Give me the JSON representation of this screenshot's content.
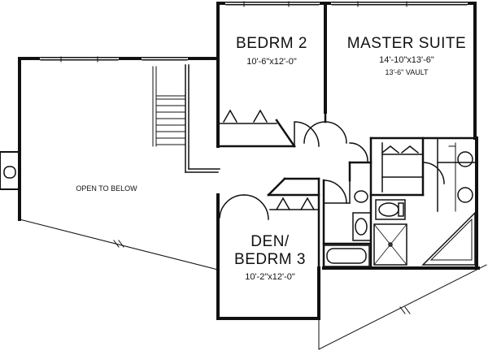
{
  "rooms": {
    "bedroom2": {
      "name": "BEDRM 2",
      "size": "10'-6\"x12'-0\""
    },
    "master": {
      "name": "MASTER SUITE",
      "size": "14'-10\"x13'-6\"",
      "note": "13'-6\" VAULT"
    },
    "open": {
      "name": "OPEN TO BELOW"
    },
    "den": {
      "name_line1": "DEN/",
      "name_line2": "BEDRM 3",
      "size": "10'-2\"x12'-0\""
    }
  },
  "colors": {
    "wall": "#111111",
    "line": "#222222",
    "background": "#ffffff"
  }
}
